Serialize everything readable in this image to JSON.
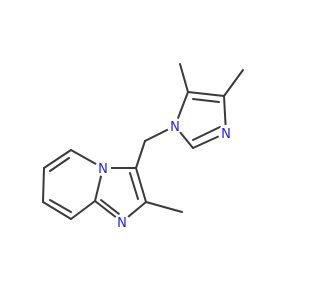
{
  "molecule": {
    "atoms": [
      {
        "id": "N1",
        "element": "N",
        "label": "N",
        "color": "#1f1fdc"
      },
      {
        "id": "N3",
        "element": "N",
        "label": "N",
        "color": "#1f1fdc"
      },
      {
        "id": "Npy",
        "element": "N",
        "label": "N",
        "color": "#1f1fdc"
      },
      {
        "id": "Nim",
        "element": "N",
        "label": "N",
        "color": "#1f1fdc"
      }
    ],
    "bond_color": "#3a3a3a"
  }
}
